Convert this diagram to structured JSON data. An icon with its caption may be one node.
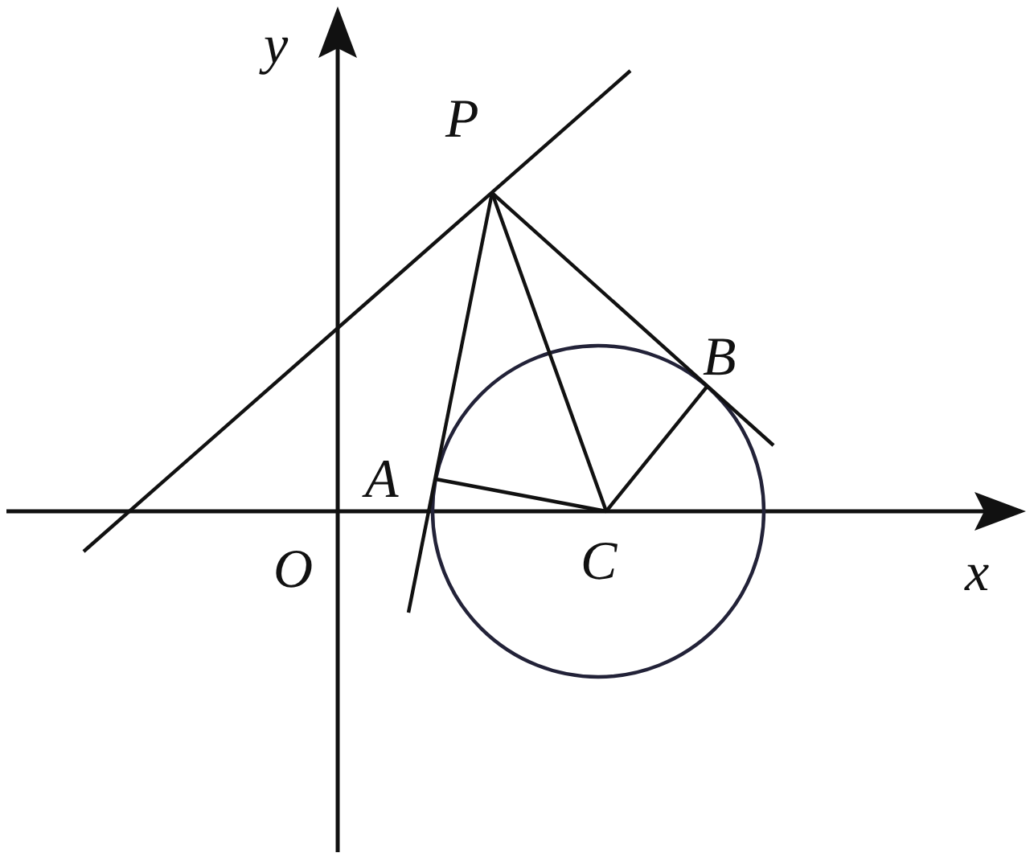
{
  "diagram": {
    "labels": [
      "y",
      "P",
      "B",
      "A",
      "O",
      "C",
      "x"
    ]
  }
}
